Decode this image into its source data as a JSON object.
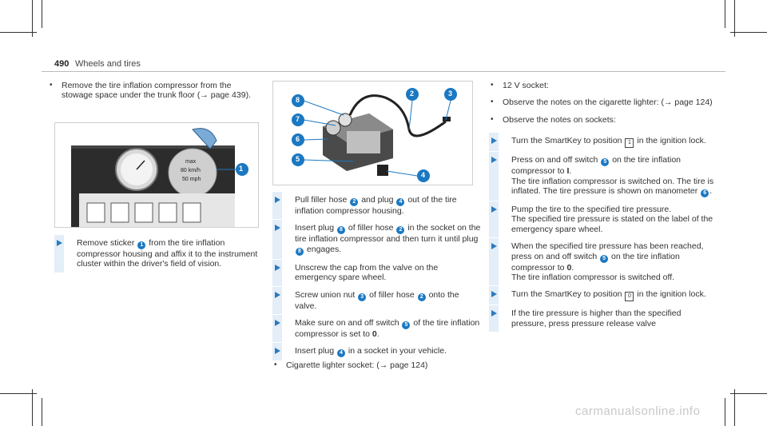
{
  "header": {
    "page_number": "490",
    "title": "Wheels and tires"
  },
  "col1": {
    "bullet1": "Remove the tire inflation compressor from the stowage space under the trunk floor",
    "bullet1_ref_prefix": "(",
    "bullet1_ref_arrow": "→",
    "bullet1_ref_text": " page 439).",
    "figure": {
      "label1": "max",
      "label2": "80 km/h",
      "label3": "50 mph",
      "callout": "1"
    },
    "step1_a": "Remove sticker ",
    "step1_badge": "1",
    "step1_b": " from the tire inflation compressor housing and affix it to the instrument cluster within the driver's field of vision."
  },
  "col2": {
    "figure_callouts": [
      "8",
      "7",
      "6",
      "5",
      "2",
      "3",
      "4"
    ],
    "steps": [
      {
        "a": "Pull filler hose ",
        "b1": "2",
        "m": " and plug ",
        "b2": "4",
        "c": " out of the tire inflation compressor housing."
      },
      {
        "a": "Insert plug ",
        "b1": "8",
        "m": " of filler hose ",
        "b2": "2",
        "c": " in the socket on the tire inflation compressor and then turn it until plug ",
        "b3": "8",
        "d": " engages."
      },
      {
        "a": "Unscrew the cap from the valve on the emergency spare wheel."
      },
      {
        "a": "Screw union nut ",
        "b1": "3",
        "m": " of filler hose ",
        "b2": "2",
        "c": " onto the valve."
      },
      {
        "a": "Make sure on and off switch ",
        "b1": "5",
        "m": " of the tire inflation compressor is set to ",
        "bold": "0",
        "c": "."
      },
      {
        "a": "Insert plug ",
        "b1": "4",
        "m": " in a socket in your vehicle."
      }
    ],
    "bullet": "Cigarette lighter socket: (",
    "bullet_arrow": "→",
    "bullet_ref": " page 124)"
  },
  "col3": {
    "bullets": [
      "12 V socket:",
      "Observe the notes on the cigarette lighter: (→ page 124)",
      "Observe the notes on sockets:"
    ],
    "steps": [
      {
        "a": "Turn the SmartKey to position ",
        "key": "1",
        "c": " in the ignition lock."
      },
      {
        "a": "Press on and off switch ",
        "b1": "5",
        "m": " on the tire inflation compressor to ",
        "bold": "I",
        "c": ".",
        "p2": "The tire inflation compressor is switched on. The tire is inflated. The tire pressure is shown on manometer ",
        "b2": "6",
        "p2end": "."
      },
      {
        "a": "Pump the tire to the specified tire pressure.",
        "p2": "The specified tire pressure is stated on the label of the emergency spare wheel."
      },
      {
        "a": "When the specified tire pressure has been reached, press on and off switch ",
        "b1": "5",
        "m": " on the tire inflation compressor to ",
        "bold": "0",
        "c": ".",
        "p2": "The tire inflation compressor is switched off."
      },
      {
        "a": "Turn the SmartKey to position ",
        "key": "0",
        "c": " in the ignition lock."
      },
      {
        "a": "If the tire pressure is higher than the specified pressure, press pressure release valve"
      }
    ]
  },
  "watermark": "carmanualsonline.info"
}
